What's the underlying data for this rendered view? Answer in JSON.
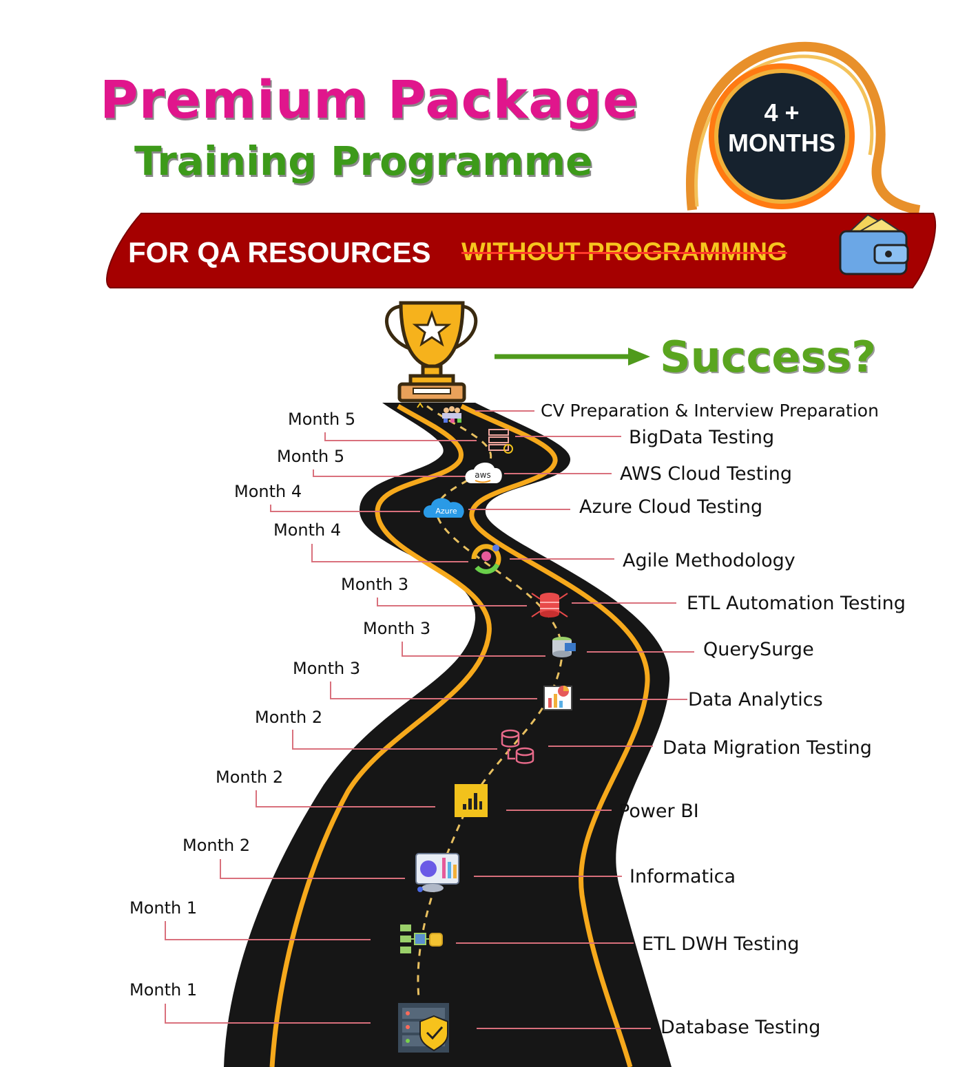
{
  "title": "Premium Package",
  "subtitle": "Training Programme",
  "badge": {
    "text": "4 +\nMONTHS"
  },
  "banner": {
    "main": "FOR QA RESOURCES",
    "strike": "WITHOUT  PROGRAMMING"
  },
  "goal": {
    "label": "Success?"
  },
  "colors": {
    "title": "#e0168c",
    "subtitle": "#3d9a1a",
    "banner": "#a50000",
    "road": "#161616",
    "lane": "#f6a91c",
    "connector": "#d9707c",
    "success": "#5aa51f"
  },
  "roadmap": [
    {
      "month": "Month 1",
      "topic": "Database Testing",
      "icon": "database-shield-icon"
    },
    {
      "month": "Month 1",
      "topic": "ETL DWH Testing",
      "icon": "etl-flow-icon"
    },
    {
      "month": "Month 2",
      "topic": "Informatica",
      "icon": "dashboard-icon"
    },
    {
      "month": "Month 2",
      "topic": "Power BI",
      "icon": "powerbi-icon"
    },
    {
      "month": "Month 2",
      "topic": "Data Migration Testing",
      "icon": "db-migration-icon"
    },
    {
      "month": "Month 3",
      "topic": "Data Analytics",
      "icon": "analytics-chart-icon"
    },
    {
      "month": "Month 3",
      "topic": "QuerySurge",
      "icon": "querysurge-icon"
    },
    {
      "month": "Month 3",
      "topic": "ETL Automation Testing",
      "icon": "db-network-icon"
    },
    {
      "month": "Month 4",
      "topic": "Agile Methodology",
      "icon": "agile-gear-icon"
    },
    {
      "month": "Month 4",
      "topic": "Azure Cloud Testing",
      "icon": "azure-cloud-icon",
      "icon_text": "Azure"
    },
    {
      "month": "Month 5",
      "topic": "AWS Cloud Testing",
      "icon": "aws-cloud-icon",
      "icon_text": "aws"
    },
    {
      "month": "Month 5",
      "topic": "BigData Testing",
      "icon": "server-stack-icon"
    },
    {
      "month": "",
      "topic": "CV Preparation & Interview Preparation",
      "icon": "team-meeting-icon"
    }
  ]
}
